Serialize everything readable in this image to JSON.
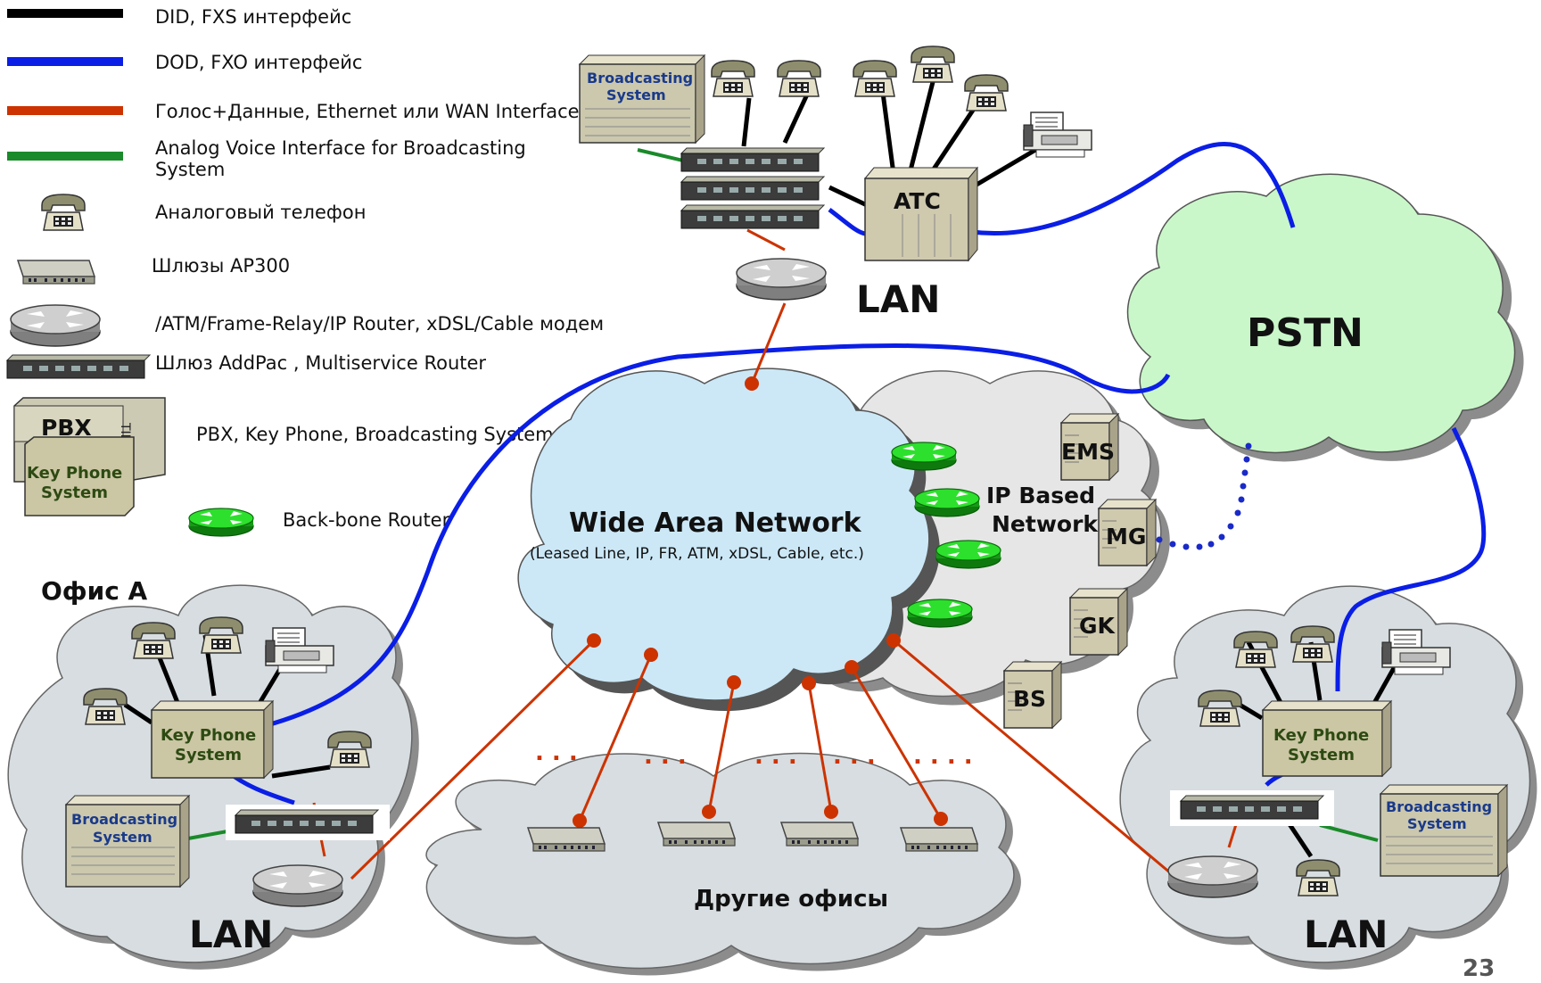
{
  "colors": {
    "did_fxs": "#000000",
    "dod_fxo": "#0a1ee6",
    "voice_data": "#cc3300",
    "analog_broadcast": "#1a8a2a",
    "wan_cloud": "#cce8f7",
    "ip_cloud": "#e6e6e6",
    "pstn_cloud": "#c9f7c9",
    "lan_cloud": "#d7dde0",
    "backbone_router": "#22cc22"
  },
  "legend": [
    {
      "icon": "black-line",
      "label": "DID, FXS интерфейс"
    },
    {
      "icon": "blue-line",
      "label": "DOD, FXO интерфейс"
    },
    {
      "icon": "red-line",
      "label": "Голос+Данные, Ethernet или WAN Interface"
    },
    {
      "icon": "green-line",
      "label_line1": "Analog Voice Interface for Broadcasting",
      "label_line2": "System"
    },
    {
      "icon": "analog-phone-icon",
      "label": "Аналоговый телефон"
    },
    {
      "icon": "gateway-ap300-icon",
      "label": "Шлюзы  AP300"
    },
    {
      "icon": "router-icon",
      "label": "/ATM/Frame-Relay/IP Router, xDSL/Cable модем"
    },
    {
      "icon": "addpac-gateway-icon",
      "label": "Шлюз AddPac , Multiservice Router"
    },
    {
      "icon": "pbx-keyphone-icon",
      "label": "PBX, Key Phone, Broadcasting System",
      "pbx": "PBX",
      "pbx_side": "TIL",
      "kp_line1": "Key Phone",
      "kp_line2": "System"
    },
    {
      "icon": "backbone-router-icon",
      "label": "Back-bone Router"
    }
  ],
  "diagram": {
    "office_a_title": "Офис А",
    "wan_title": "Wide Area Network",
    "wan_subtitle": "(Leased Line, IP, FR, ATM, xDSL, Cable, etc.)",
    "ip_network_line1": "IP Based",
    "ip_network_line2": "Network",
    "pstn": "PSTN",
    "atc": "ATC",
    "ems": "EMS",
    "mg": "MG",
    "gk": "GK",
    "bs": "BS",
    "lan": "LAN",
    "other_offices": "Другие офисы",
    "broadcasting_line1": "Broadcasting",
    "broadcasting_line2": "System",
    "keyphone_line1": "Key Phone",
    "keyphone_line2": "System",
    "dots": ". . .",
    "dots4": ". . . .",
    "page_number": "23"
  }
}
